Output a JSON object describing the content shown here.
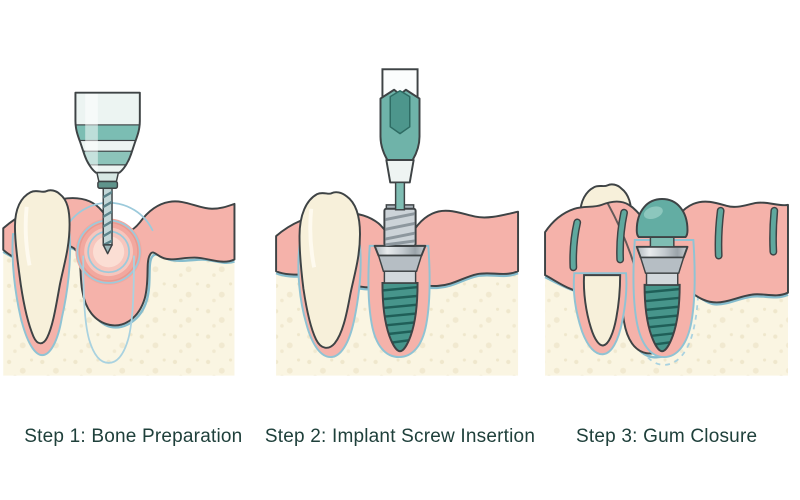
{
  "figure": {
    "background": "#ffffff",
    "caption_color": "#1f403b",
    "steps": [
      {
        "id": "step-1",
        "label": "Step 1: Bone Preparation",
        "scene": "drill-preparing-bone"
      },
      {
        "id": "step-2",
        "label": "Step 2: Implant Screw Insertion",
        "scene": "driver-inserting-implant-screw"
      },
      {
        "id": "step-3",
        "label": "Step 3: Gum Closure",
        "scene": "sutured-gum-with-healing-cap"
      }
    ],
    "palette": {
      "gum_pink": "#f5b2aa",
      "gum_crater_light": "#fbded4",
      "bone_cream": "#faf5e2",
      "bone_speckle": "#efe7cc",
      "tooth_ivory": "#f7f0da",
      "teal_instrument": "#6fb3a9",
      "teal_implant": "#47958b",
      "metal_gray": "#c3cacf",
      "outline": "#3e4345",
      "guide_blue": "#8fc3d4"
    }
  }
}
